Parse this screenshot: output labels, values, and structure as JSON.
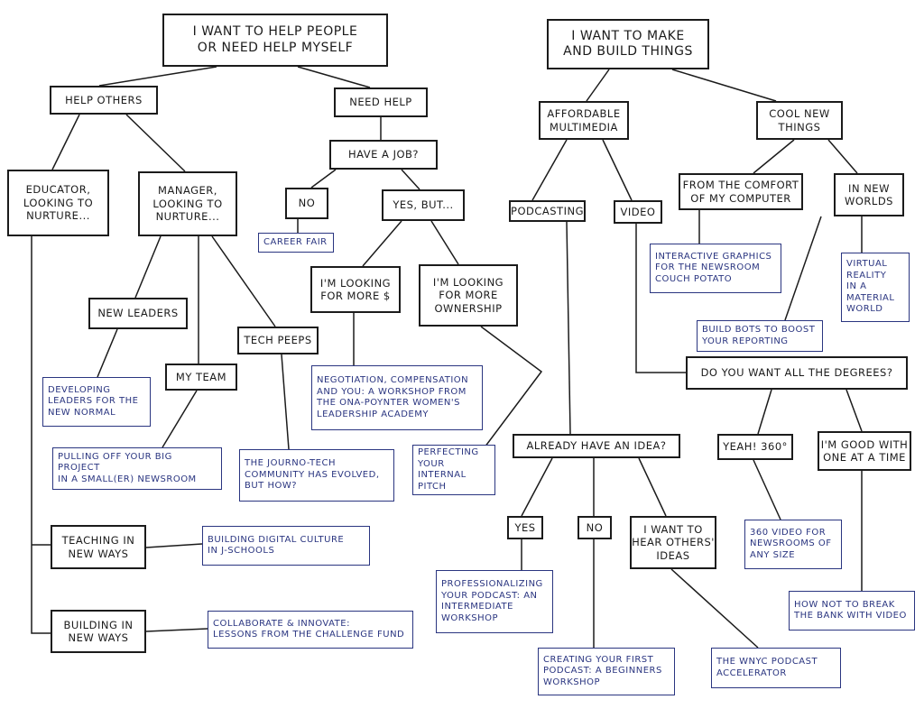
{
  "root_help": "I want to help people\nor need help myself",
  "help_others": "Help others",
  "need_help": "Need help",
  "have_job": "Have a job?",
  "no1": "No",
  "yes_but": "Yes, but...",
  "career_fair": "Career fair",
  "educator": "Educator,\nlooking to\nnurture...",
  "manager": "Manager,\nlooking to\nnurture...",
  "new_leaders": "New leaders",
  "my_team": "My team",
  "tech_peeps": "Tech peeps",
  "developing_leaders": "Developing\nleaders for the\nnew normal",
  "pulling_off": "Pulling off your big project\nin a small(er) newsroom",
  "journo_tech": "The journo-tech\ncommunity has evolved,\nbut how?",
  "money": "I'm looking\nfor more $",
  "ownership": "I'm looking\nfor more\nownership",
  "negotiation": "Negotiation, compensation\nand you: a workshop from\nthe ONA-Poynter Women's\nLeadership Academy",
  "perfecting": "Perfecting\nyour internal\npitch",
  "teaching": "Teaching in\nnew ways",
  "building": "Building in\nnew ways",
  "digital_culture": "Building digital culture\nin J-schools",
  "collaborate": "Collaborate & innovate:\nlessons from the challenge fund",
  "root_make": "I want to make\nand build things",
  "affordable": "Affordable\nmultimedia",
  "cool": "Cool new\nthings",
  "podcasting": "Podcasting",
  "video": "Video",
  "comfort": "From the comfort\nof my computer",
  "new_worlds": "In new\nworlds",
  "interactive": "Interactive graphics\nfor the newsroom\ncouch potato",
  "vr": "Virtual\nreality\nin a\nmaterial\nworld",
  "bots": "Build bots to boost\nyour reporting",
  "degrees": "Do you want all the degrees?",
  "yeah360": "Yeah! 360°",
  "one_at_time": "I'm good with\none at a time",
  "idea": "Already have an idea?",
  "yes2": "Yes",
  "no2": "No",
  "hear_ideas": "I want to\nhear others'\nideas",
  "professionalizing": "Professionalizing\nyour podcast: an\nintermediate\nworkshop",
  "creating": "Creating your first\npodcast: a beginners\nworkshop",
  "wnyc": "The WNYC podcast\naccelerator",
  "video360": "360 video for\nnewsrooms of\nany size",
  "how_not": "How not to break\nthe bank with video"
}
